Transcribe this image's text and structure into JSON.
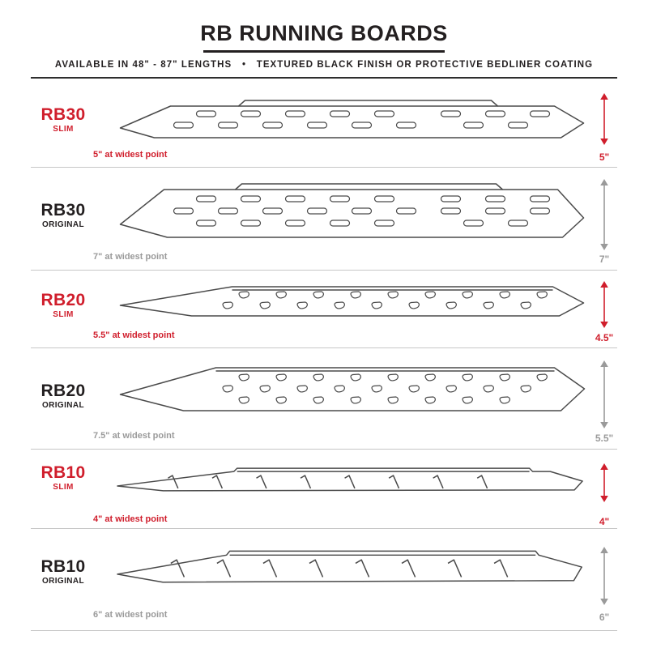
{
  "header": {
    "title": "RB RUNNING BOARDS",
    "subtitle": "AVAILABLE IN 48\" - 87\" LENGTHS   •   TEXTURED BLACK FINISH OR PROTECTIVE BEDLINER COATING"
  },
  "colors": {
    "accent_red": "#d01e2c",
    "text_black": "#231f20",
    "measure_gray": "#9a9a9a",
    "divider_gray": "#c6c6c6",
    "board_stroke": "#4a4a4a"
  },
  "rows": [
    {
      "model": "RB30",
      "variant": "SLIM",
      "accent": "red",
      "left_measure": "5\" at widest point",
      "right_measure": "5\""
    },
    {
      "model": "RB30",
      "variant": "ORIGINAL",
      "accent": "gray",
      "left_measure": "7\" at widest point",
      "right_measure": "7\""
    },
    {
      "model": "RB20",
      "variant": "SLIM",
      "accent": "red",
      "left_measure": "5.5\" at widest point",
      "right_measure": "4.5\""
    },
    {
      "model": "RB20",
      "variant": "ORIGINAL",
      "accent": "gray",
      "left_measure": "7.5\" at widest point",
      "right_measure": "5.5\""
    },
    {
      "model": "RB10",
      "variant": "SLIM",
      "accent": "red",
      "left_measure": "4\" at widest point",
      "right_measure": "4\""
    },
    {
      "model": "RB10",
      "variant": "ORIGINAL",
      "accent": "gray",
      "left_measure": "6\" at widest point",
      "right_measure": "6\""
    }
  ]
}
